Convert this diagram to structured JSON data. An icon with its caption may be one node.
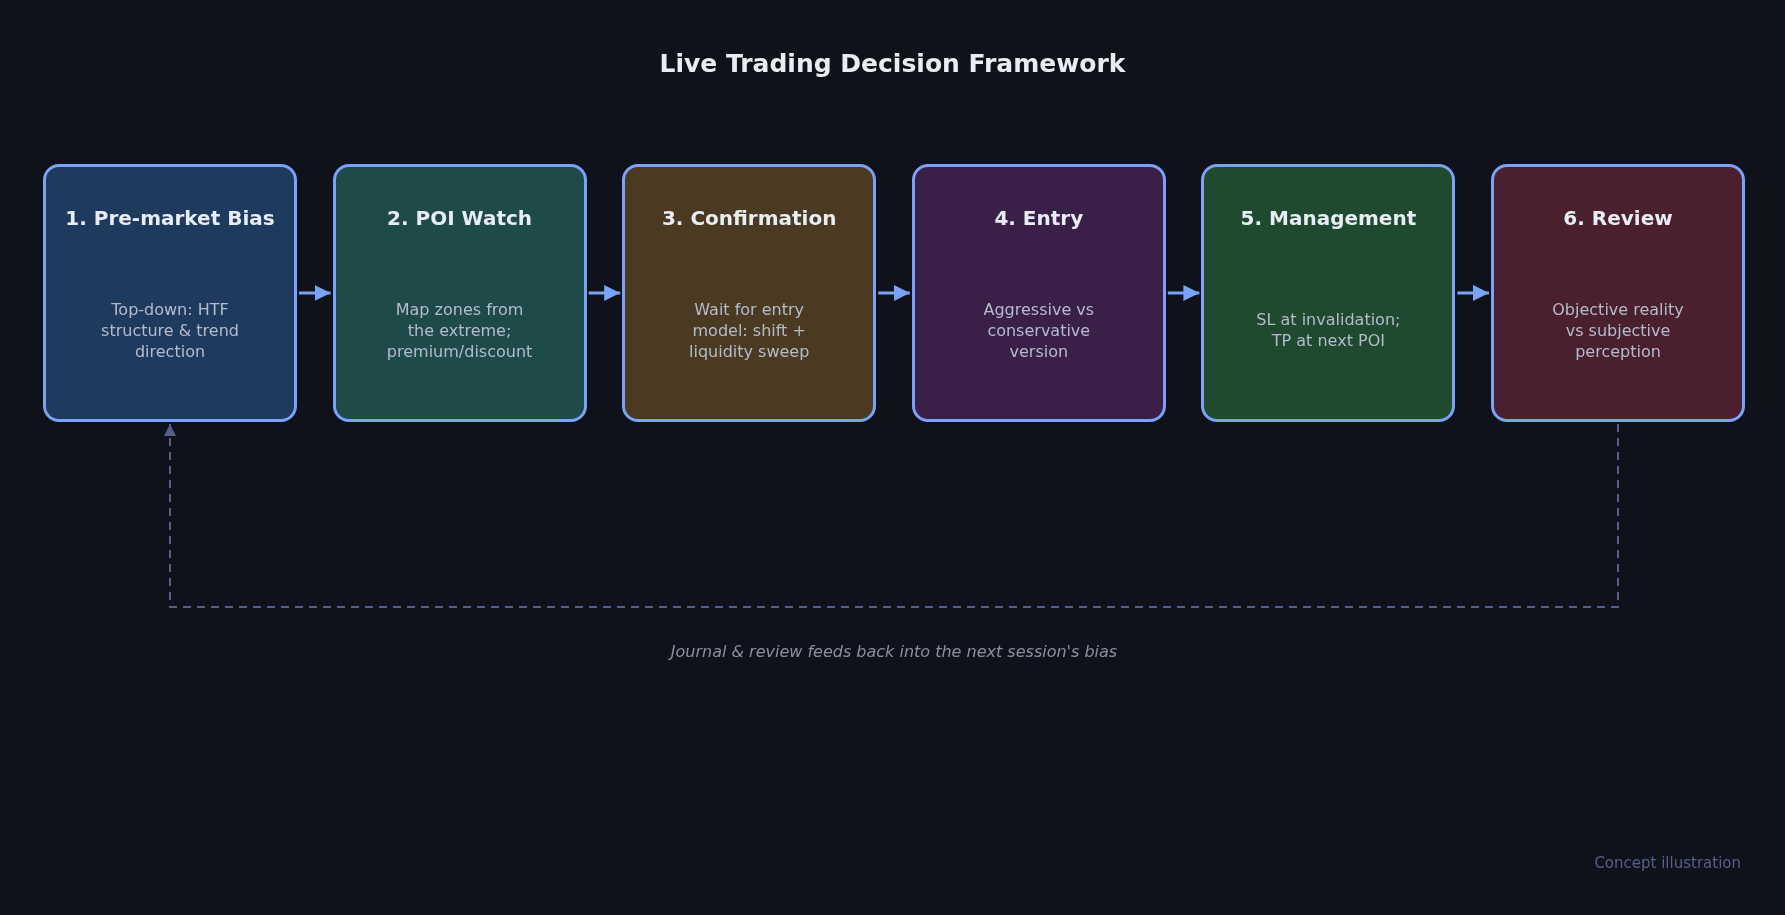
{
  "diagram": {
    "title": "Live Trading Decision Framework",
    "nodes": [
      {
        "text": [
          "1. Pre-market Bias",
          "Top-down: HTF structure & trend direction"
        ]
      },
      {
        "text": [
          "2. POI Watch",
          "Map zones from the extreme; premium/discount"
        ]
      },
      {
        "text": [
          "3. Confirmation",
          "Wait for entry model: shift + liquidity sweep"
        ]
      },
      {
        "text": [
          "4. Entry",
          "Aggressive vs conservative version"
        ]
      },
      {
        "text": [
          "5. Management",
          "SL at invalidation; TP at next POI"
        ]
      },
      {
        "text": [
          "6. Review",
          "Objective reality vs subjective perception"
        ]
      }
    ],
    "edges": [
      {
        "from": 0,
        "to": 1,
        "arrow": "to"
      },
      {
        "from": 1,
        "to": 2,
        "arrow": "to"
      },
      {
        "from": 2,
        "to": 3,
        "arrow": "to"
      },
      {
        "from": 3,
        "to": 4,
        "arrow": "to"
      },
      {
        "from": 4,
        "to": 5,
        "arrow": "to"
      },
      {
        "from": 5,
        "to": 0,
        "arrow": "to",
        "label": "Journal & review feeds back into the next session's bias",
        "style": "dashed",
        "color": "#565f89"
      }
    ],
    "labels": [
      "Concept illustration"
    ]
  }
}
